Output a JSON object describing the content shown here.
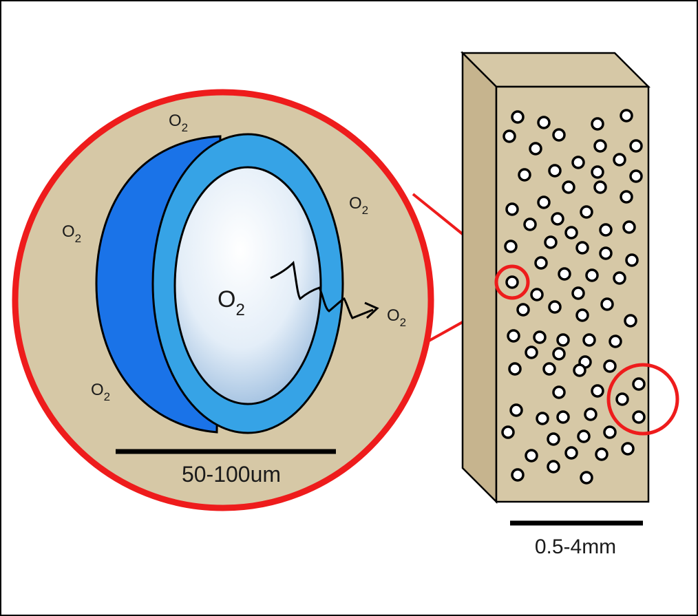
{
  "magnified_view": {
    "o2_outer_top": "O",
    "o2_outer_left": "O",
    "o2_outer_right": "O",
    "o2_outer_bottom": "O",
    "o2_inner": "O",
    "o2_diffused": "O",
    "subscript": "2",
    "scale_label": "50-100um"
  },
  "scaffold": {
    "scale_label": "0.5-4mm"
  },
  "colors": {
    "highlight_ring": "#ee1c1c",
    "matrix_fill": "#d6c8a6",
    "shell_dark": "#1a73e8",
    "shell_light": "#36a3e6"
  }
}
